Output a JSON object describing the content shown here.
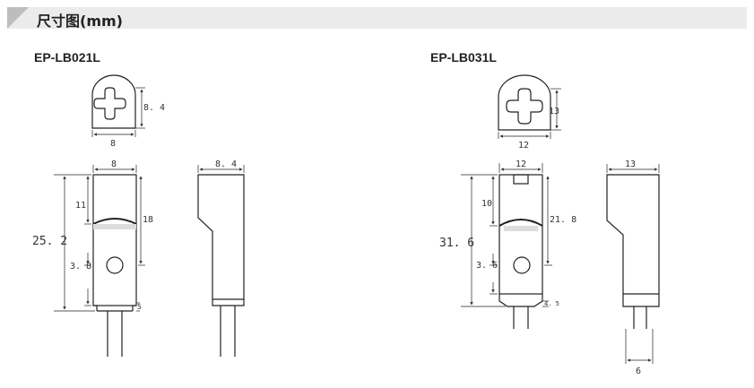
{
  "header": {
    "title": "尺寸图(mm)"
  },
  "models": [
    {
      "name": "EP-LB021L",
      "dims": {
        "screw_height": "8. 4",
        "screw_width": "8",
        "front_width": "8",
        "side_width": "8. 4",
        "total_height": "25. 2",
        "upper_height": "11",
        "window_height": "18",
        "hole_offset": "3. 8",
        "tab": "5"
      }
    },
    {
      "name": "EP-LB031L",
      "dims": {
        "screw_height": "13",
        "screw_width": "12",
        "front_width": "12",
        "side_width": "13",
        "total_height": "31. 6",
        "upper_height": "10",
        "window_height": "21. 8",
        "hole_offset": "3. 6",
        "tab": "4. 5",
        "cable_width": "6"
      }
    }
  ]
}
